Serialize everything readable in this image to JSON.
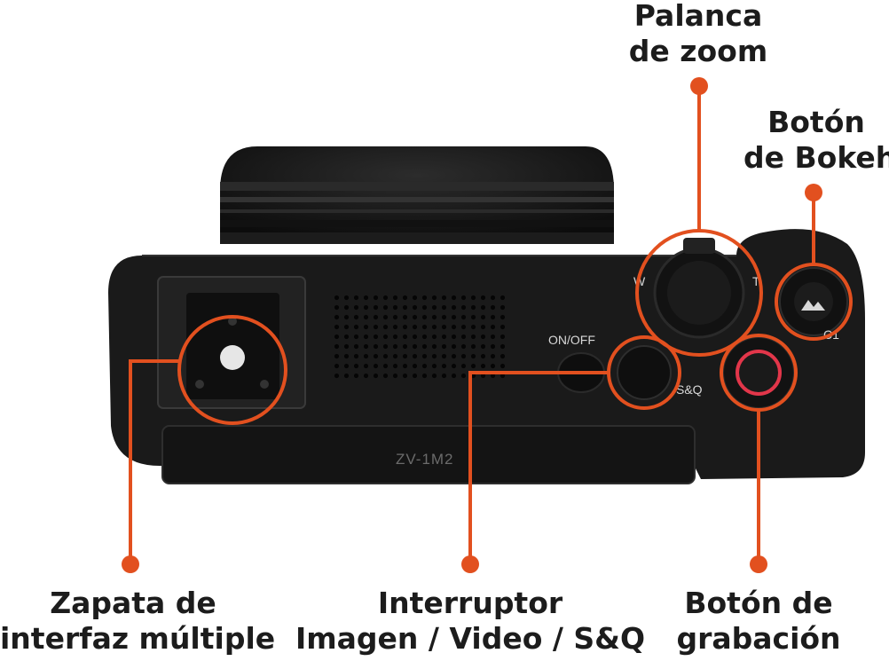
{
  "labels": {
    "zoom": {
      "line1": "Palanca",
      "line2": "de zoom"
    },
    "bokeh": {
      "line1": "Botón",
      "line2": "de Bokeh"
    },
    "shoe": {
      "line1": "Zapata de",
      "line2": "interfaz múltiple"
    },
    "switch": {
      "line1": "Interruptor",
      "line2": "Imagen / Video / S&Q"
    },
    "record": {
      "line1": "Botón de",
      "line2": "grabación"
    }
  },
  "camera": {
    "model": "ZV-1M2",
    "power_label": "ON/OFF",
    "mode_label": "S&Q",
    "zoom_w": "W",
    "zoom_t": "T",
    "custom_label": "C1"
  },
  "colors": {
    "accent": "#e2501f",
    "body": "#1a1a1a",
    "record_ring": "#e2364a"
  }
}
